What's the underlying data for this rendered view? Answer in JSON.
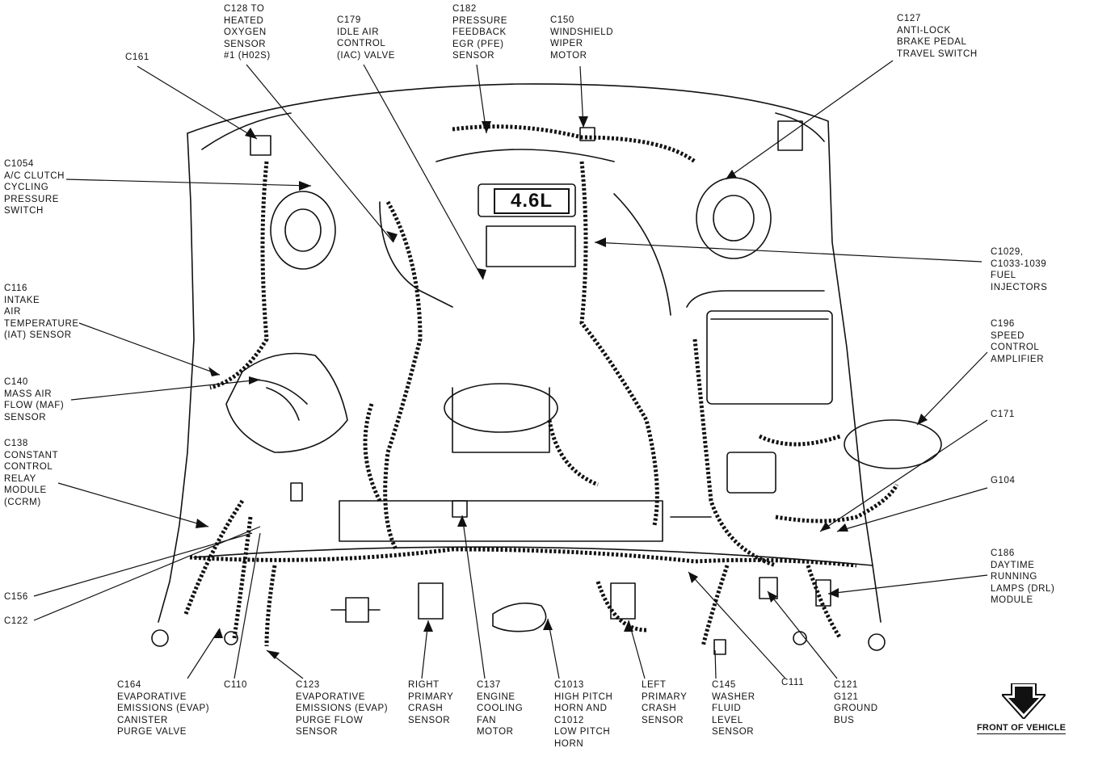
{
  "callouts": [
    {
      "id": "c128",
      "lines": [
        "C128 TO",
        "HEATED",
        "OXYGEN",
        "SENSOR",
        "#1 (H02S)"
      ]
    },
    {
      "id": "c179",
      "lines": [
        "C179",
        "IDLE AIR",
        "CONTROL",
        "(IAC) VALVE"
      ]
    },
    {
      "id": "c182",
      "lines": [
        "C182",
        "PRESSURE",
        "FEEDBACK",
        "EGR (PFE)",
        "SENSOR"
      ]
    },
    {
      "id": "c150",
      "lines": [
        "C150",
        "WINDSHIELD",
        "WIPER",
        "MOTOR"
      ]
    },
    {
      "id": "c127",
      "lines": [
        "C127",
        "ANTI-LOCK",
        "BRAKE PEDAL",
        "TRAVEL SWITCH"
      ]
    },
    {
      "id": "c161",
      "lines": [
        "C161"
      ]
    },
    {
      "id": "c1054",
      "lines": [
        "C1054",
        "A/C CLUTCH",
        "CYCLING",
        "PRESSURE",
        "SWITCH"
      ]
    },
    {
      "id": "c116",
      "lines": [
        "C116",
        "INTAKE",
        "AIR",
        "TEMPERATURE",
        "(IAT) SENSOR"
      ]
    },
    {
      "id": "c140",
      "lines": [
        "C140",
        "MASS AIR",
        "FLOW (MAF)",
        "SENSOR"
      ]
    },
    {
      "id": "c138",
      "lines": [
        "C138",
        "CONSTANT",
        "CONTROL",
        "RELAY",
        "MODULE",
        "(CCRM)"
      ]
    },
    {
      "id": "c156",
      "lines": [
        "C156"
      ]
    },
    {
      "id": "c122",
      "lines": [
        "C122"
      ]
    },
    {
      "id": "c1029",
      "lines": [
        "C1029,",
        "C1033-1039",
        "FUEL",
        "INJECTORS"
      ]
    },
    {
      "id": "c196",
      "lines": [
        "C196",
        "SPEED",
        "CONTROL",
        "AMPLIFIER"
      ]
    },
    {
      "id": "c171",
      "lines": [
        "C171"
      ]
    },
    {
      "id": "g104",
      "lines": [
        "G104"
      ]
    },
    {
      "id": "c186",
      "lines": [
        "C186",
        "DAYTIME",
        "RUNNING",
        "LAMPS (DRL)",
        "MODULE"
      ]
    },
    {
      "id": "c164",
      "lines": [
        "C164",
        "EVAPORATIVE",
        "EMISSIONS (EVAP)",
        "CANISTER",
        "PURGE VALVE"
      ]
    },
    {
      "id": "c110",
      "lines": [
        "C110"
      ]
    },
    {
      "id": "c123",
      "lines": [
        "C123",
        "EVAPORATIVE",
        "EMISSIONS (EVAP)",
        "PURGE FLOW",
        "SENSOR"
      ]
    },
    {
      "id": "rpcs",
      "lines": [
        "RIGHT",
        "PRIMARY",
        "CRASH",
        "SENSOR"
      ]
    },
    {
      "id": "c137",
      "lines": [
        "C137",
        "ENGINE",
        "COOLING",
        "FAN",
        "MOTOR"
      ]
    },
    {
      "id": "c1013",
      "lines": [
        "C1013",
        "HIGH PITCH",
        "HORN AND",
        "C1012",
        "LOW PITCH",
        "HORN"
      ]
    },
    {
      "id": "lpcs",
      "lines": [
        "LEFT",
        "PRIMARY",
        "CRASH",
        "SENSOR"
      ]
    },
    {
      "id": "c145",
      "lines": [
        "C145",
        "WASHER",
        "FLUID",
        "LEVEL",
        "SENSOR"
      ]
    },
    {
      "id": "c111",
      "lines": [
        "C111"
      ]
    },
    {
      "id": "c121",
      "lines": [
        "C121",
        "G121",
        "GROUND",
        "BUS"
      ]
    }
  ],
  "engine_badge": "4.6L",
  "front_label": "FRONT OF VEHICLE",
  "colors": {
    "ink": "#111111",
    "paper": "#ffffff"
  }
}
